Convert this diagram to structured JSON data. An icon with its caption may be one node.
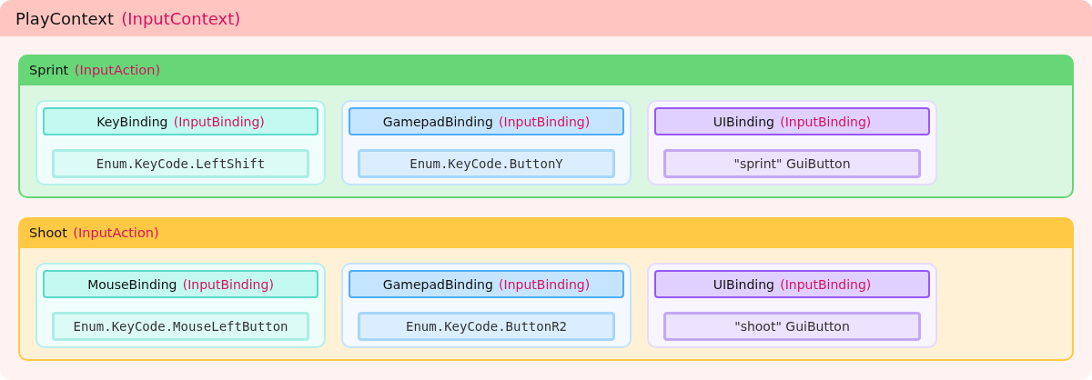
{
  "diagram": {
    "nodes": [
      {
        "text": [
          "PlayContext",
          "(InputContext)"
        ]
      },
      {
        "text": [
          "Sprint",
          "(InputAction)"
        ],
        "in": 0
      },
      {
        "text": [],
        "shape": "box",
        "in": 1
      },
      {
        "text": [
          "KeyBinding",
          "(InputBinding)"
        ],
        "in": 2
      },
      {
        "text": [
          "Enum.KeyCode.LeftShift"
        ],
        "in": 2
      },
      {
        "text": [],
        "shape": "box",
        "in": 1
      },
      {
        "text": [
          "GamepadBinding",
          "(InputBinding)"
        ],
        "in": 5
      },
      {
        "text": [
          "Enum.KeyCode.ButtonY"
        ],
        "in": 5
      },
      {
        "text": [],
        "shape": "box",
        "in": 1
      },
      {
        "text": [
          "UIBinding",
          "(InputBinding)"
        ],
        "in": 8
      },
      {
        "text": [
          "\"sprint\" GuiButton"
        ],
        "in": 8
      },
      {
        "text": [
          "Shoot",
          "(InputAction)"
        ],
        "in": 0
      },
      {
        "text": [],
        "shape": "box",
        "in": 11
      },
      {
        "text": [
          "MouseBinding",
          "(InputBinding)"
        ],
        "in": 12
      },
      {
        "text": [
          "Enum.KeyCode.MouseLeftButton"
        ],
        "in": 12
      },
      {
        "text": [],
        "shape": "box",
        "in": 11
      },
      {
        "text": [
          "GamepadBinding",
          "(InputBinding)"
        ],
        "in": 15
      },
      {
        "text": [
          "Enum.KeyCode.ButtonR2"
        ],
        "in": 15
      },
      {
        "text": [],
        "shape": "box",
        "in": 11
      },
      {
        "text": [
          "UIBinding",
          "(InputBinding)"
        ],
        "in": 18
      },
      {
        "text": [
          "\"shoot\" GuiButton"
        ],
        "in": 18
      }
    ]
  }
}
